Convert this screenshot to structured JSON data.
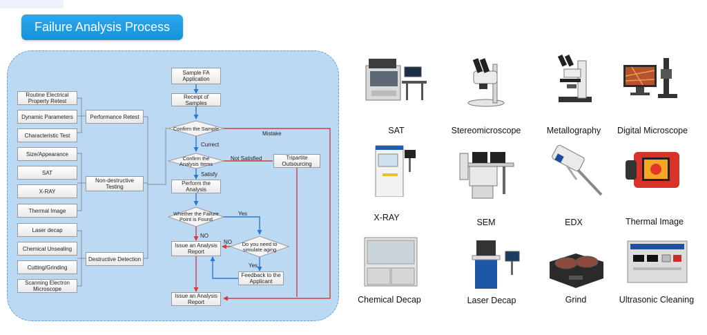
{
  "title": "Failure Analysis Process",
  "flow": {
    "left_tests": [
      "Routine Electrical Property Retest",
      "Dynamic Parameters",
      "Characteristic Test",
      "Size/Appearance",
      "SAT",
      "X-RAY",
      "Thermal Image",
      "Laser decap",
      "Chemical Unsealing",
      "Cutting/Grinding",
      "Scanning Electron Microscope"
    ],
    "groups": [
      "Performance Retest",
      "Non-destructive Testing",
      "Destructive Detection"
    ],
    "steps": {
      "sample_fa": "Sample FA Application",
      "receipt": "Receipt of Samples",
      "confirm_sample": "Confirm the Sample",
      "confirm_items": "Confirm the Analysis Items",
      "perform": "Perform the Analysis",
      "failure_found": "Whether the Failure Point is Found",
      "simulate": "Do you need to simulate aging",
      "issue_report_1": "Issue an Analysis Report",
      "feedback": "Feedback to the Applicant",
      "issue_report_2": "Issue an Analysis Report",
      "tripartite": "Tripartite Outsourcing"
    },
    "edge_labels": {
      "mistake": "Mistake",
      "currect": "Currect",
      "not_satisfied": "Not Satisfied",
      "satisfy": "Satisfy",
      "yes_1": "Yes",
      "no_1": "NO",
      "no_2": "NO",
      "yes_2": "Yes"
    }
  },
  "equipment": [
    {
      "name": "SAT",
      "icon": "sat-machine-icon"
    },
    {
      "name": "Stereomicroscope",
      "icon": "stereomicroscope-icon"
    },
    {
      "name": "Metallography",
      "icon": "metallography-microscope-icon"
    },
    {
      "name": "Digital Microscope",
      "icon": "digital-microscope-icon"
    },
    {
      "name": "X-RAY",
      "icon": "xray-machine-icon"
    },
    {
      "name": "SEM",
      "icon": "sem-machine-icon"
    },
    {
      "name": "EDX",
      "icon": "edx-probe-icon"
    },
    {
      "name": "Thermal Image",
      "icon": "thermal-camera-icon"
    },
    {
      "name": "Chemical Decap",
      "icon": "chemical-decap-cabinet-icon"
    },
    {
      "name": "Laser Decap",
      "icon": "laser-decap-machine-icon"
    },
    {
      "name": "Grind",
      "icon": "grinder-icon"
    },
    {
      "name": "Ultrasonic Cleaning",
      "icon": "ultrasonic-cleaner-icon"
    }
  ],
  "colors": {
    "title_badge": "#1a9be4",
    "panel_fill": "#bcd9f4",
    "panel_border": "#5b9fdc",
    "blue_arrow": "#2a78d6",
    "red_arrow": "#d63a3a"
  }
}
